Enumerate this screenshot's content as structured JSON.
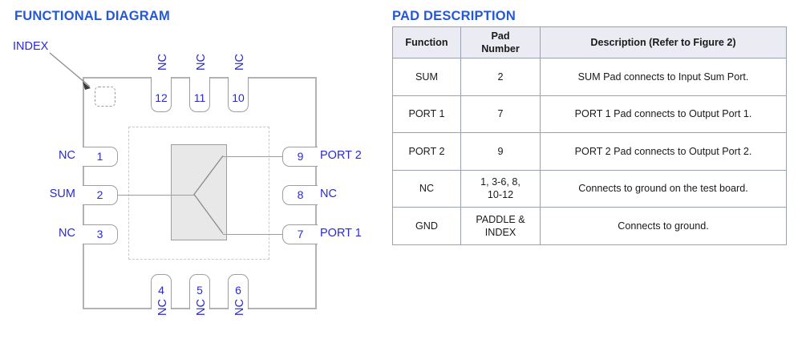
{
  "functional_diagram": {
    "title": "FUNCTIONAL DIAGRAM",
    "index_label": "INDEX",
    "accent_color": "#2558d6",
    "pin_text_color": "#2a2ad0",
    "body_fill": "#e8e8e8",
    "outline_color": "#b3b3b3",
    "pins": {
      "left": [
        {
          "number": "1",
          "name": "NC",
          "connected": false
        },
        {
          "number": "2",
          "name": "SUM",
          "connected": true
        },
        {
          "number": "3",
          "name": "NC",
          "connected": false
        }
      ],
      "right": [
        {
          "number": "9",
          "name": "PORT 2",
          "connected": true
        },
        {
          "number": "8",
          "name": "NC",
          "connected": false
        },
        {
          "number": "7",
          "name": "PORT 1",
          "connected": true
        }
      ],
      "top": [
        {
          "number": "12",
          "name": "NC"
        },
        {
          "number": "11",
          "name": "NC"
        },
        {
          "number": "10",
          "name": "NC"
        }
      ],
      "bottom": [
        {
          "number": "4",
          "name": "NC"
        },
        {
          "number": "5",
          "name": "NC"
        },
        {
          "number": "6",
          "name": "NC"
        }
      ]
    }
  },
  "pad_description": {
    "title": "PAD DESCRIPTION",
    "columns": [
      "Function",
      "Pad\nNumber",
      "Description (Refer to Figure 2)"
    ],
    "column_headers": {
      "function": "Function",
      "pad_number_line1": "Pad",
      "pad_number_line2": "Number",
      "description": "Description (Refer to Figure 2)"
    },
    "rows": [
      {
        "function": "SUM",
        "pad_number": "2",
        "pad_number_line1": "2",
        "pad_number_line2": "",
        "description": "SUM Pad connects to Input Sum Port."
      },
      {
        "function": "PORT 1",
        "pad_number": "7",
        "pad_number_line1": "7",
        "pad_number_line2": "",
        "description": "PORT 1 Pad connects to Output Port 1."
      },
      {
        "function": "PORT 2",
        "pad_number": "9",
        "pad_number_line1": "9",
        "pad_number_line2": "",
        "description": "PORT 2 Pad connects to Output Port 2."
      },
      {
        "function": "NC",
        "pad_number": "1, 3-6, 8, 10-12",
        "pad_number_line1": "1, 3-6, 8,",
        "pad_number_line2": "10-12",
        "description": "Connects to ground on the test board."
      },
      {
        "function": "GND",
        "pad_number": "PADDLE & INDEX",
        "pad_number_line1": "PADDLE &",
        "pad_number_line2": "INDEX",
        "description": "Connects to ground."
      }
    ]
  }
}
